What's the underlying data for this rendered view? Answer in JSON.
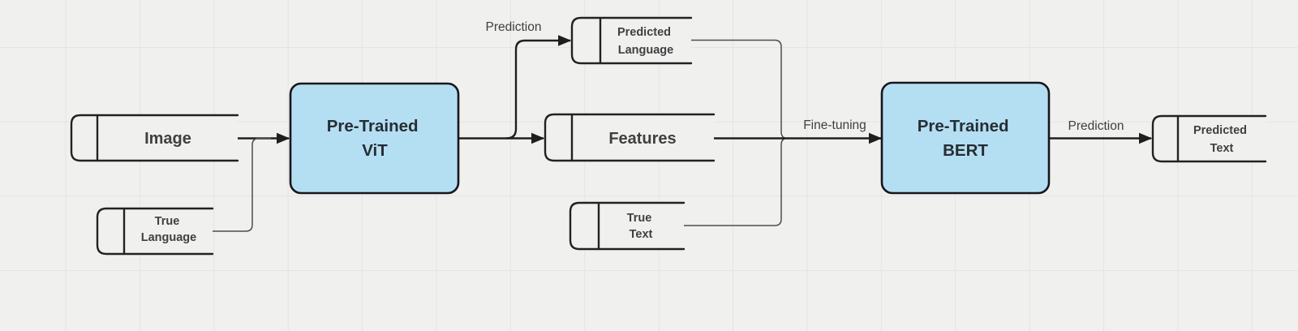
{
  "canvas": {
    "background_color": "#f0f0ef",
    "grid_color": "#e4e4e4"
  },
  "colors": {
    "box_fill": "#b4dff2",
    "box_stroke": "#17161c",
    "shape_stroke": "#222222",
    "edge_color": "#1f1f1f",
    "thin_edge_color": "#4d4d4d",
    "label_color": "#404040",
    "edge_label_color": "#3f3f3f"
  },
  "boxes": {
    "vit": {
      "label_lines": [
        "Pre-Trained",
        "ViT"
      ],
      "fill": "#b4dff2"
    },
    "bert": {
      "label_lines": [
        "Pre-Trained",
        "BERT"
      ],
      "fill": "#b4dff2"
    }
  },
  "nodes": {
    "image": {
      "label_lines": [
        "Image"
      ]
    },
    "true_language": {
      "label_lines": [
        "True",
        "Language"
      ]
    },
    "predicted_language": {
      "label_lines": [
        "Predicted",
        "Language"
      ]
    },
    "features": {
      "label_lines": [
        "Features"
      ]
    },
    "true_text": {
      "label_lines": [
        "True",
        "Text"
      ]
    },
    "predicted_text": {
      "label_lines": [
        "Predicted",
        "Text"
      ]
    }
  },
  "edge_labels": {
    "vit_prediction": "Prediction",
    "fine_tuning": "Fine-tuning",
    "bert_prediction": "Prediction"
  }
}
